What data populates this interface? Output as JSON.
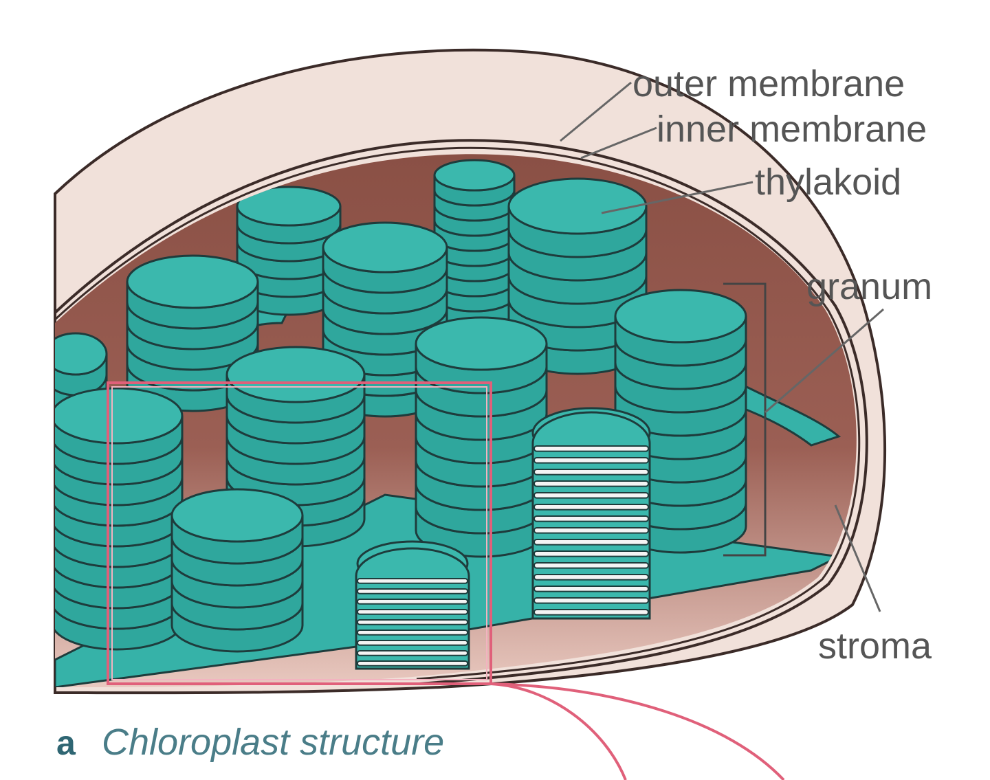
{
  "labels": {
    "outer_membrane": "outer membrane",
    "inner_membrane": "inner membrane",
    "thylakoid": "thylakoid",
    "granum": "granum",
    "stroma": "stroma"
  },
  "caption": {
    "letter": "a",
    "text": "Chloroplast structure"
  },
  "colors": {
    "thylakoid": "#3bb8ad",
    "outer_envelope": "#f1e1da",
    "stroma_dark": "#8a5045",
    "outline": "#1e3c3c",
    "highlight_box": "#e0607a",
    "label_text": "#555555"
  }
}
